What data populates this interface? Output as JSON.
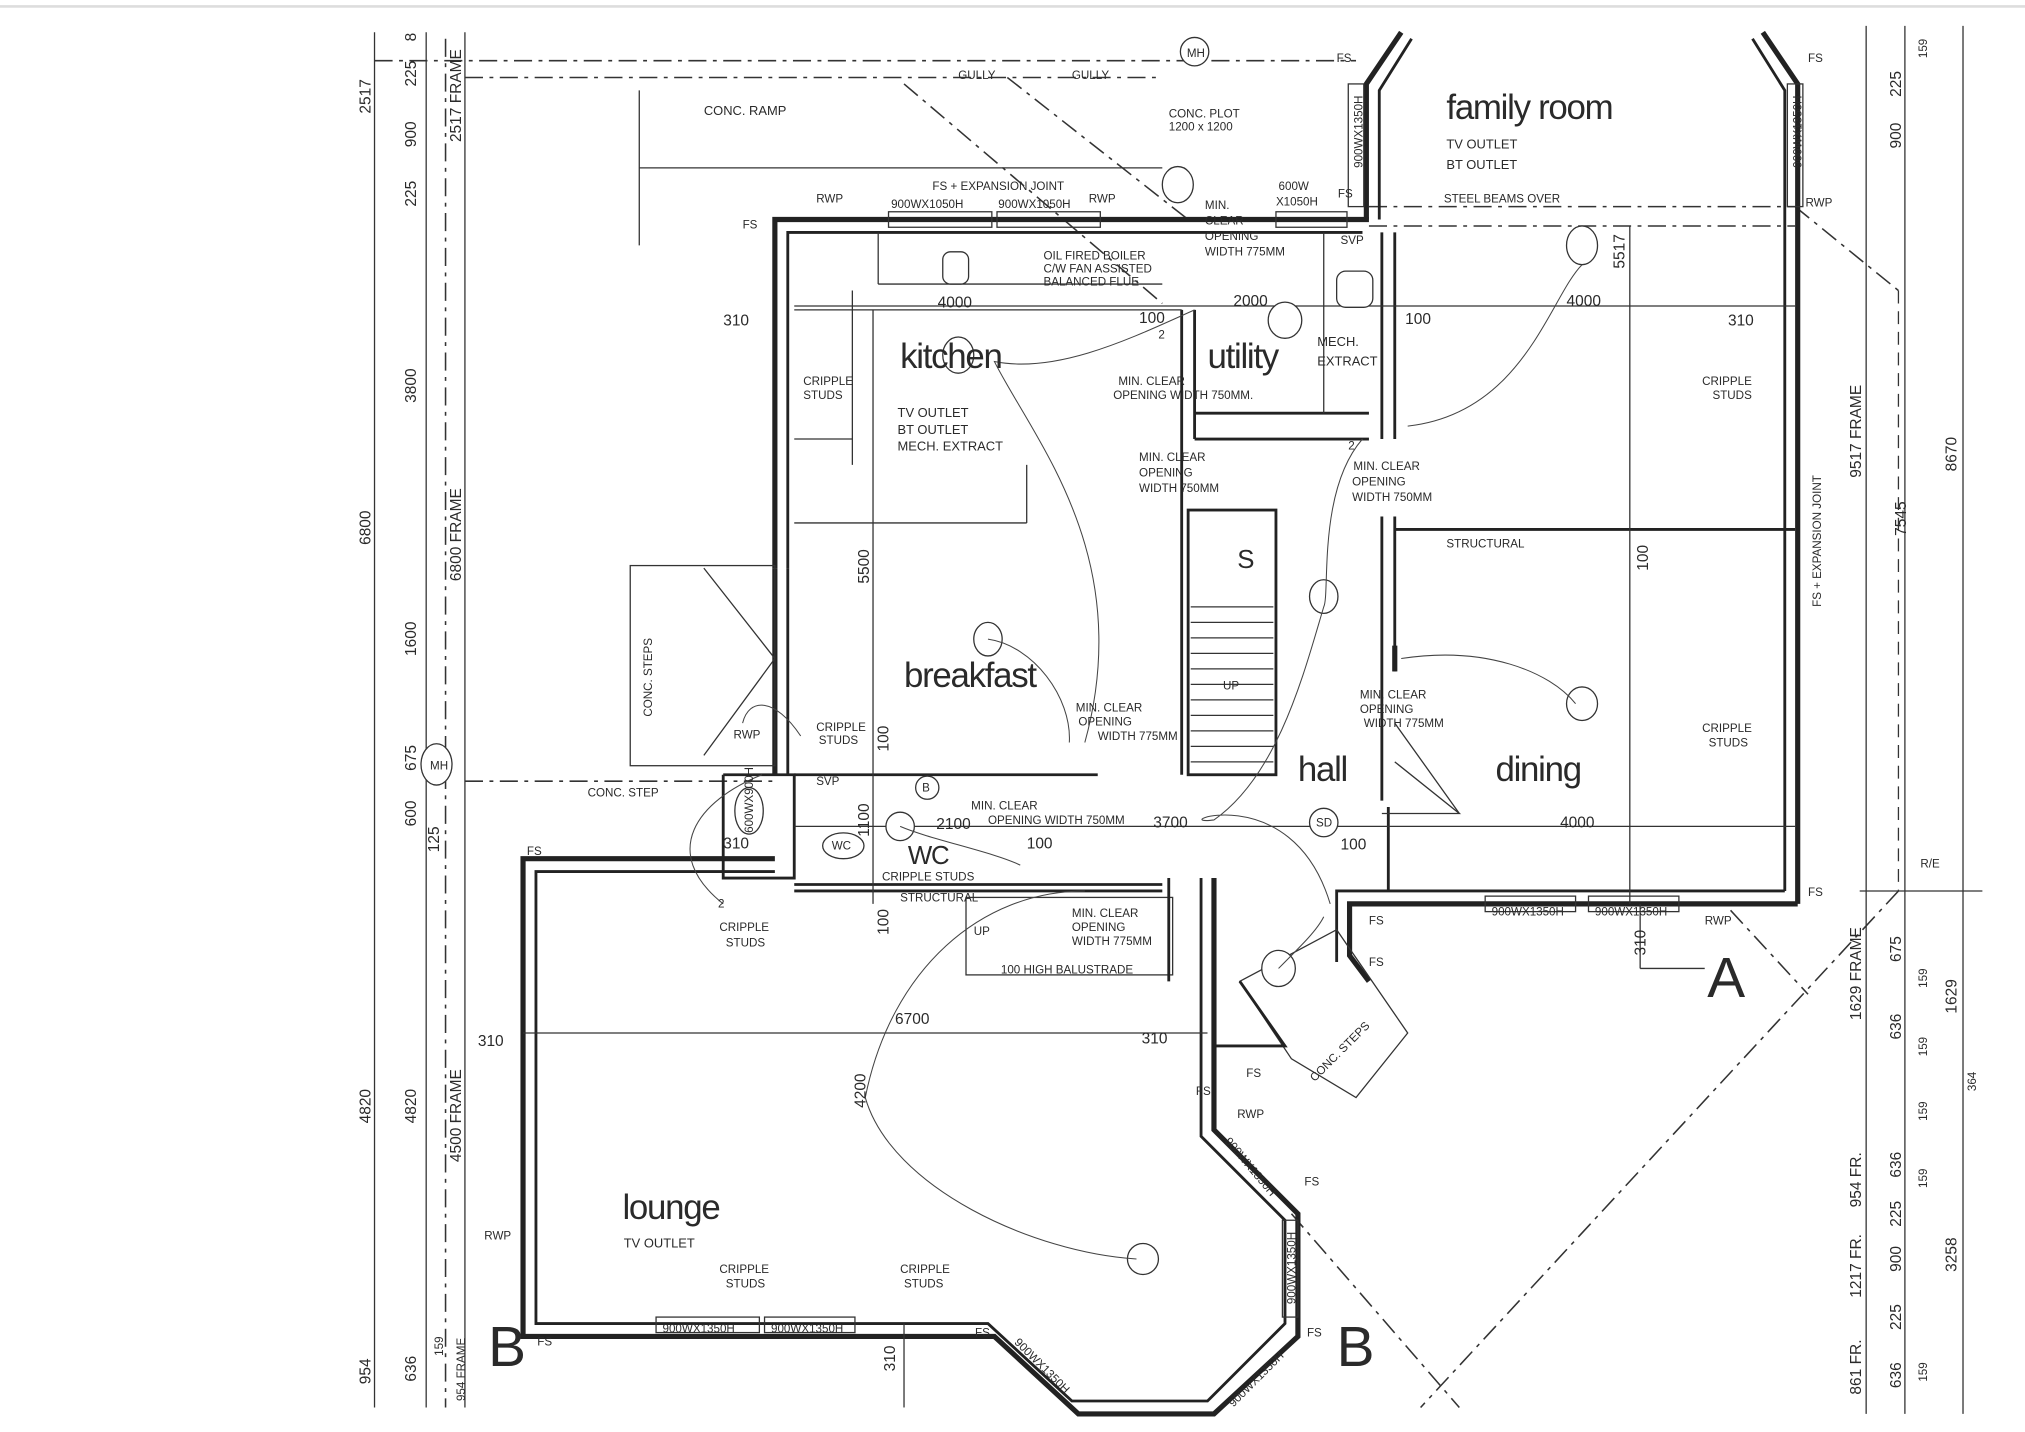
{
  "rooms": {
    "family_room": "family room",
    "kitchen": "kitchen",
    "utility": "utility",
    "breakfast": "breakfast",
    "hall": "hall",
    "dining": "dining",
    "lounge": "lounge",
    "wc": "WC",
    "stairs": "S"
  },
  "notes": {
    "tv_outlet": "TV OUTLET",
    "bt_outlet": "BT OUTLET",
    "mech_extract": "MECH. EXTRACT",
    "mech": "MECH.",
    "extract": "EXTRACT",
    "conc_ramp": "CONC. RAMP",
    "gully": "GULLY",
    "conc_plot_1": "CONC. PLOT",
    "conc_plot_2": "1200 x 1200",
    "fs_expansion_joint": "FS + EXPANSION JOINT",
    "window_900x1050": "900WX1050H",
    "window_600w": "600W",
    "window_x1050h": "X1050H",
    "window_900x1350": "900WX1350H",
    "window_600x900": "600WX900H",
    "rwp": "RWP",
    "fs": "FS",
    "svp": "SVP",
    "sd": "SD",
    "wc_symbol": "WC",
    "mh": "MH",
    "b_symbol": "B",
    "steel_beams_over": "STEEL BEAMS OVER",
    "boiler_1": "OIL FIRED BOILER",
    "boiler_2": "C/W FAN ASSISTED",
    "boiler_3": "BALANCED FLUE",
    "min": "MIN.",
    "clear": "CLEAR",
    "opening": "OPENING",
    "min_clear": "MIN. CLEAR",
    "width_775": "WIDTH 775MM",
    "width_750": "WIDTH 750MM",
    "opening_width_750": "OPENING WIDTH 750MM.",
    "opening_width_750b": "OPENING WIDTH 750MM",
    "cripple": "CRIPPLE",
    "studs": "STUDS",
    "cripple_studs": "CRIPPLE STUDS",
    "structural": "STRUCTURAL",
    "conc_steps": "CONC. STEPS",
    "conc_step": "CONC. STEP",
    "up": "UP",
    "balustrade": "100 HIGH BALUSTRADE",
    "fs_expansion_joint_v": "FS + EXPANSION JOINT",
    "re": "R/E",
    "section_a": "A",
    "section_b": "B",
    "switch_2": "2"
  },
  "dims": {
    "plan": [
      "4000",
      "2000",
      "100",
      "100",
      "4000",
      "310",
      "310",
      "5517",
      "100",
      "5500",
      "100",
      "1100",
      "2100",
      "100",
      "3700",
      "100",
      "4000",
      "310",
      "100",
      "310",
      "6700",
      "310",
      "310",
      "4200",
      "310"
    ],
    "left_outer": [
      "2517",
      "6800",
      "4820",
      "954"
    ],
    "left_mid": [
      "8",
      "225",
      "900",
      "225",
      "3800",
      "1600",
      "675",
      "600",
      "125",
      "4820",
      "636",
      "159"
    ],
    "left_frame": [
      "2517 FRAME",
      "6800 FRAME",
      "4500 FRAME",
      "954 FRAME"
    ],
    "right_frame": [
      "9517 FRAME",
      "1629 FRAME",
      "954 FR.",
      "1217 FR.",
      "861 FR."
    ],
    "right_mid": [
      "159",
      "225",
      "900",
      "675",
      "159",
      "636",
      "159",
      "159",
      "636",
      "159",
      "225",
      "900",
      "225",
      "636",
      "159"
    ],
    "right_outer": [
      "8670",
      "7545",
      "1629",
      "364",
      "3258"
    ]
  },
  "colors": {
    "ink": "#222222",
    "paper": "#ffffff"
  }
}
